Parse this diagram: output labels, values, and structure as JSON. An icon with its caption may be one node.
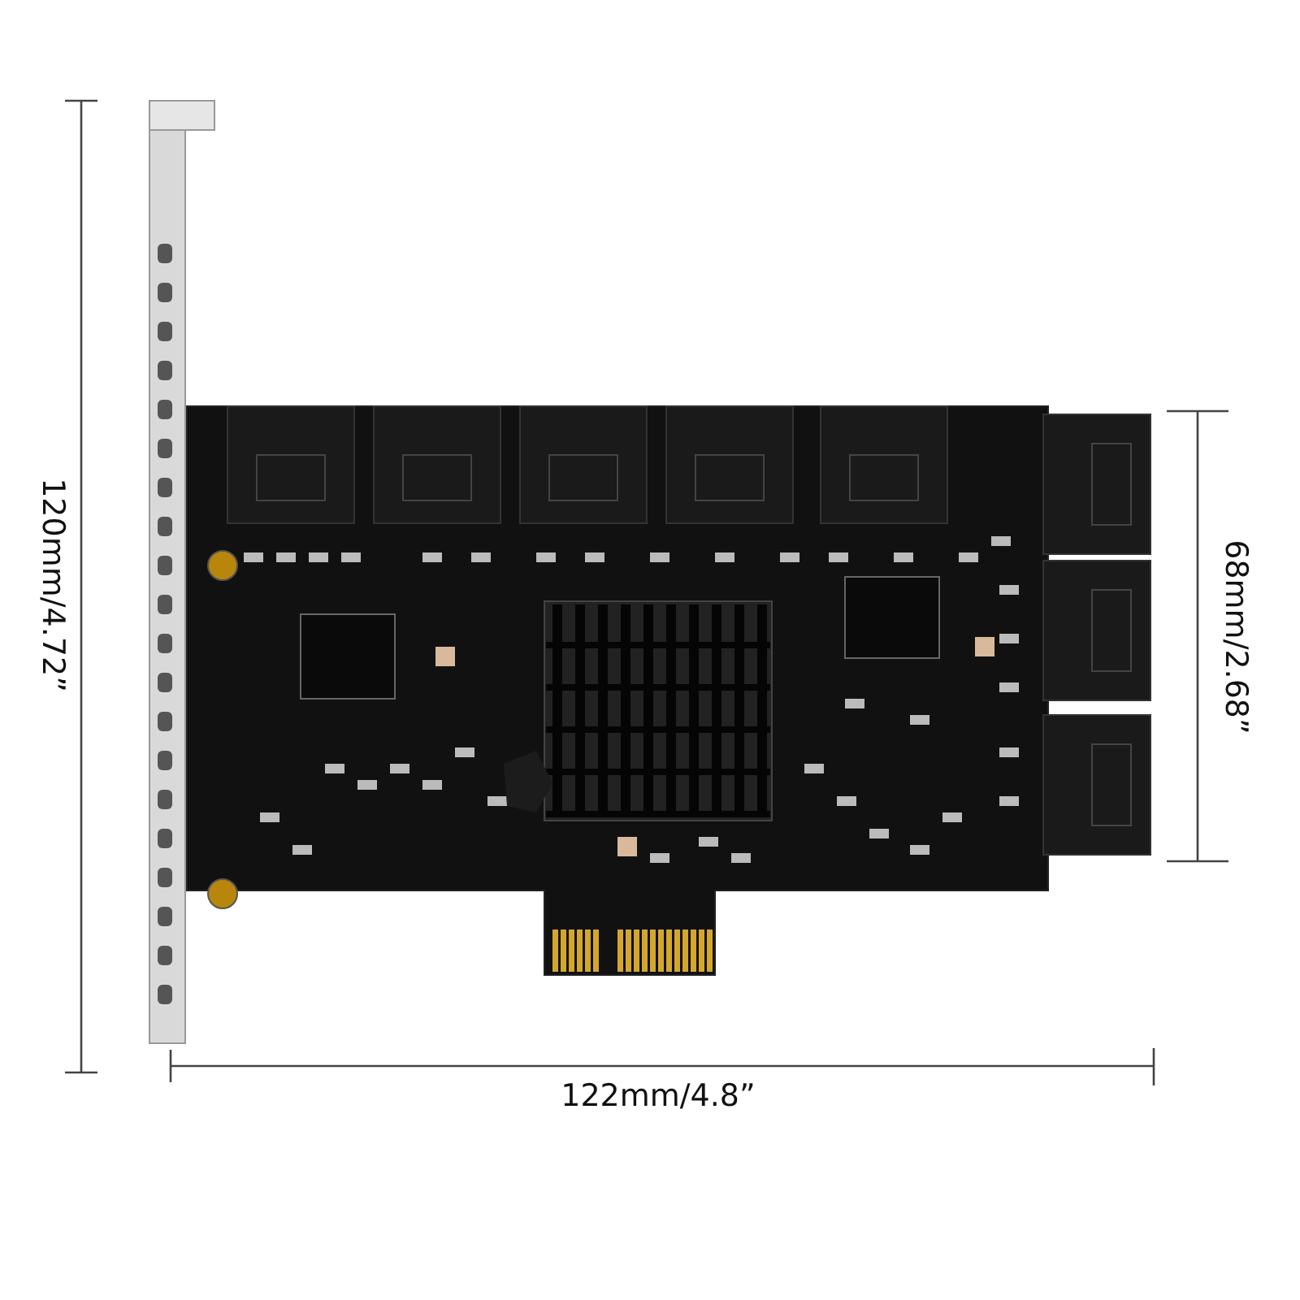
{
  "diagram": {
    "labels": [
      "120mm/4.72”",
      "68mm/2.68”",
      "122mm/4.8”"
    ]
  }
}
